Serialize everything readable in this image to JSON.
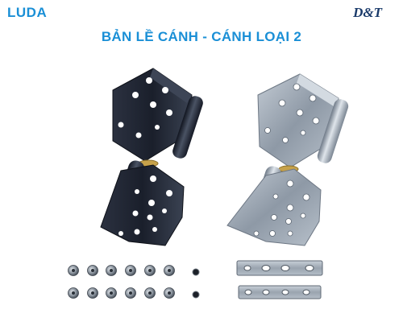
{
  "brand": {
    "left_logo": "LUDA",
    "right_logo": "D&T"
  },
  "title": "BẢN LỀ CÁNH - CÁNH LOẠI 2",
  "colors": {
    "brand_blue": "#1a8fd6",
    "logo_dark": "#1a3a6a",
    "black_hinge": "#1e2330",
    "silver_hinge": "#9aa4b0"
  },
  "icons": {
    "black_hinge": "hinge-black-icon",
    "silver_hinge": "hinge-silver-icon",
    "screws": "screw-set-icon",
    "plates": "steel-plate-icon"
  }
}
